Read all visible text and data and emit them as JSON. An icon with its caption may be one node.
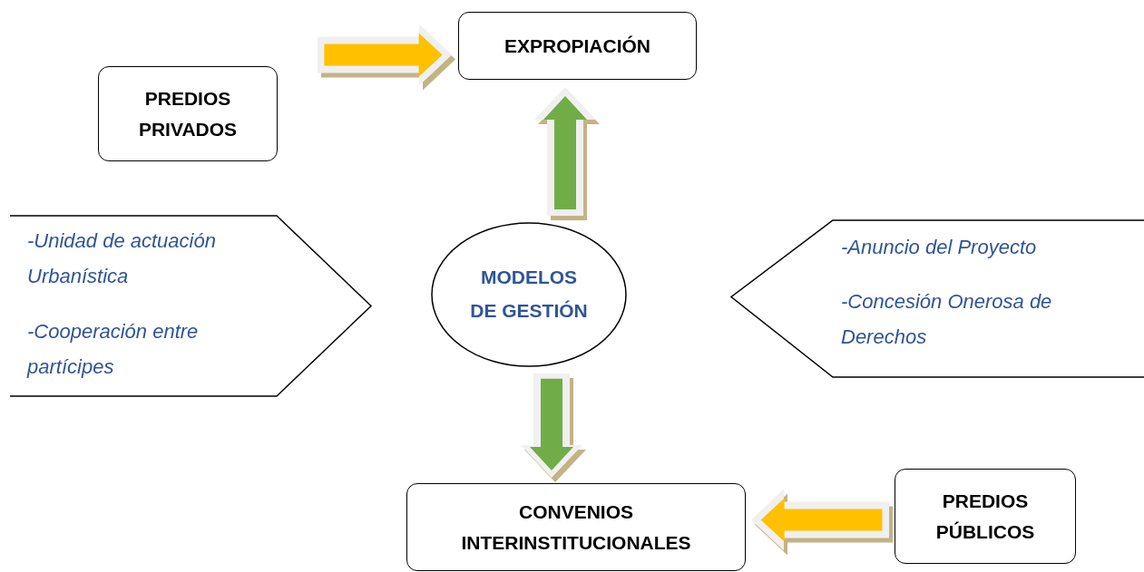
{
  "diagram": {
    "nodes": [
      {
        "text": [
          "EXPROPIACIÓN"
        ]
      },
      {
        "text": [
          "PREDIOS PRIVADOS"
        ]
      },
      {
        "text": [
          "-Unidad de actuación Urbanística",
          "-Cooperación entre partícipes"
        ]
      },
      {
        "text": [
          "MODELOS DE GESTIÓN"
        ]
      },
      {
        "text": [
          "-Anuncio del Proyecto",
          "-Concesión Onerosa de Derechos"
        ]
      },
      {
        "text": [
          "CONVENIOS INTERINSTITUCIONALES"
        ]
      },
      {
        "text": [
          "PREDIOS PÚBLICOS"
        ]
      }
    ],
    "edges": [
      {
        "from": 1,
        "to": 0,
        "arrow": "to",
        "style": "thick",
        "color": "#ffc000"
      },
      {
        "from": 3,
        "to": 0,
        "arrow": "to",
        "style": "thick",
        "color": "#70ad47"
      },
      {
        "from": 3,
        "to": 5,
        "arrow": "to",
        "style": "thick",
        "color": "#70ad47"
      },
      {
        "from": 6,
        "to": 5,
        "arrow": "to",
        "style": "thick",
        "color": "#ffc000"
      }
    ]
  }
}
